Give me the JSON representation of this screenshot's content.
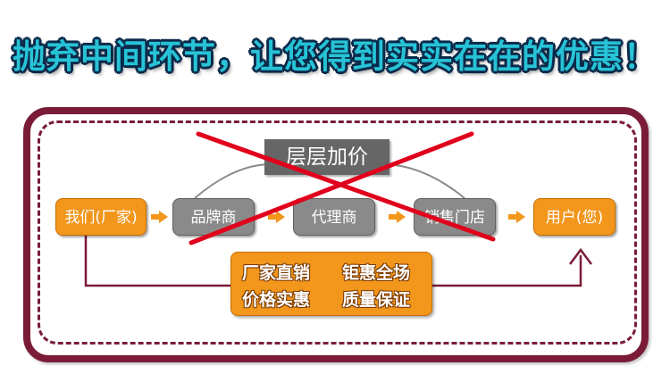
{
  "headline": "抛弃中间环节，让您得到实实在在的优惠！",
  "banner": "层层加价",
  "nodes": {
    "factory": "我们(厂家)",
    "brand": "品牌商",
    "agent": "代理商",
    "store": "销售门店",
    "user": "用户(您)"
  },
  "promo": {
    "line1_left": "厂家直销",
    "line1_right": "钜惠全场",
    "line2_left": "价格实惠",
    "line2_right": "质量保证"
  },
  "colors": {
    "frame": "#7a1c37",
    "orange": "#f2961c",
    "gray": "#8a8a8a",
    "cross": "#e0001b",
    "headline": "#27c3d6"
  }
}
